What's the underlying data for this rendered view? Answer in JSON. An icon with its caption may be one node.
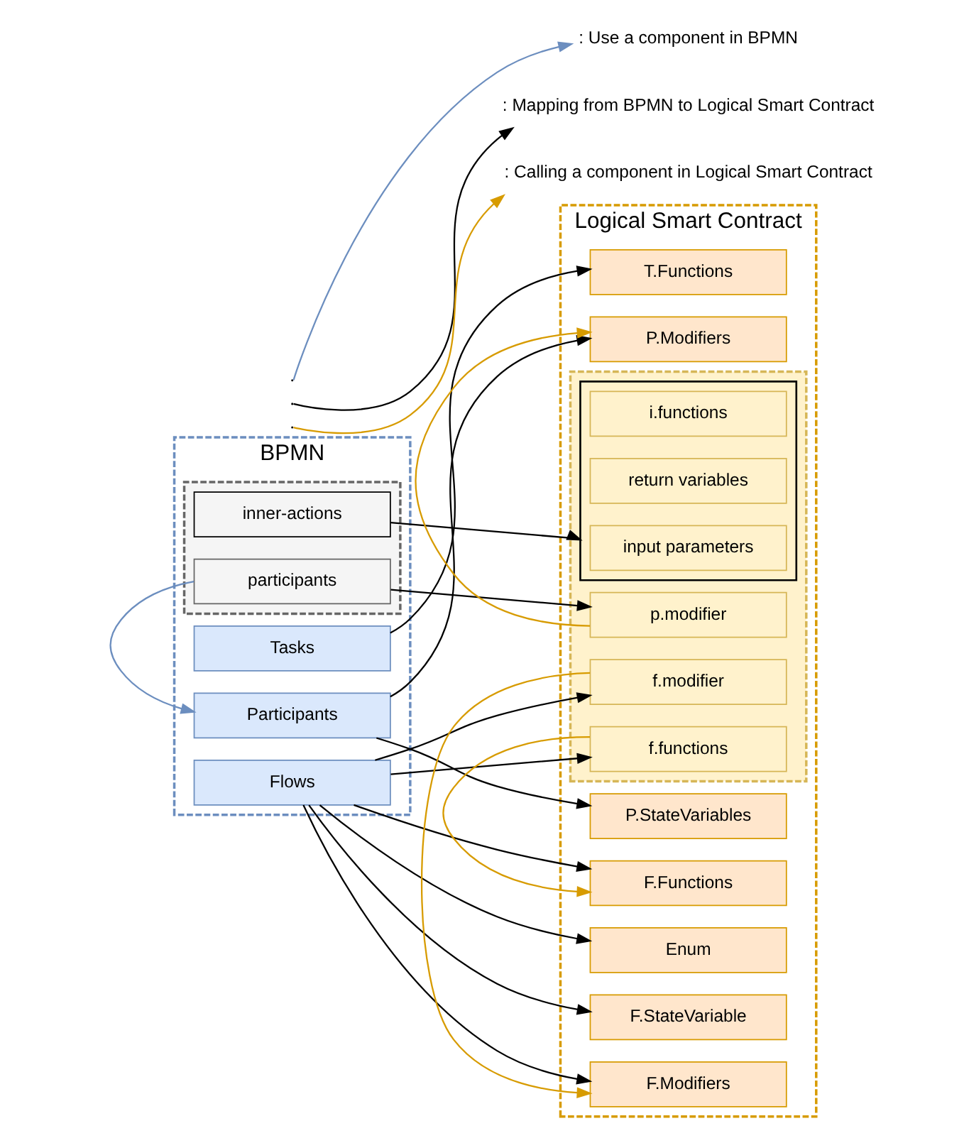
{
  "diagram": {
    "nodes": [
      {
        "text": [
          "BPMN"
        ]
      },
      {
        "text": [
          "Participants"
        ],
        "in": 0
      },
      {
        "text": [
          "Tasks"
        ],
        "in": 0
      },
      {
        "text": [],
        "shape": "box",
        "in": 0
      },
      {
        "text": [
          "participants"
        ],
        "in": 3
      },
      {
        "text": [
          "inner-actions"
        ],
        "in": 3
      },
      {
        "text": [
          "Flows"
        ],
        "in": 0
      },
      {
        "text": [
          "Logical Smart Contract"
        ]
      },
      {
        "text": [
          "P.StateVariables"
        ],
        "in": 7
      },
      {
        "text": [
          "P.Modifiers"
        ],
        "in": 7
      },
      {
        "text": [
          "T.Functions"
        ],
        "in": 7
      },
      {
        "text": [],
        "shape": "box",
        "in": 7
      },
      {
        "text": [
          "p.modifier"
        ],
        "in": 11
      },
      {
        "text": [
          "f.modifier"
        ],
        "in": 11
      },
      {
        "text": [],
        "shape": "box",
        "in": 11
      },
      {
        "text": [
          "input parameters"
        ],
        "in": 14
      },
      {
        "text": [
          "return variables"
        ],
        "in": 14
      },
      {
        "text": [
          "i.functions"
        ],
        "in": 14
      },
      {
        "text": [
          "f.functions"
        ],
        "in": 11
      },
      {
        "text": [
          "F.StateVariable"
        ],
        "in": 7
      },
      {
        "text": [
          "Enum"
        ],
        "in": 7
      },
      {
        "text": [
          "F.Modifiers"
        ],
        "in": 7
      },
      {
        "text": [
          "F.Functions"
        ],
        "in": 7
      }
    ],
    "edges": [
      {
        "from": 4,
        "to": 1,
        "arrow": "to",
        "color": "#6c8ebf"
      },
      {
        "from": 1,
        "to": 8,
        "arrow": "to"
      },
      {
        "from": 1,
        "to": 9,
        "arrow": "to"
      },
      {
        "from": 2,
        "to": 10,
        "arrow": "to"
      },
      {
        "from": 4,
        "to": 12,
        "arrow": "to"
      },
      {
        "from": 5,
        "to": 14,
        "arrow": "to"
      },
      {
        "from": 6,
        "to": 13,
        "arrow": "to"
      },
      {
        "from": 6,
        "to": 18,
        "arrow": "to"
      },
      {
        "from": 6,
        "to": 19,
        "arrow": "to"
      },
      {
        "from": 6,
        "to": 20,
        "arrow": "to"
      },
      {
        "from": 6,
        "to": 21,
        "arrow": "to"
      },
      {
        "from": 6,
        "to": 22,
        "arrow": "to"
      },
      {
        "from": 12,
        "to": 9,
        "arrow": "to",
        "color": "#d79b00"
      },
      {
        "from": 13,
        "to": 21,
        "arrow": "to",
        "color": "#d79b00"
      },
      {
        "from": 18,
        "to": 22,
        "arrow": "to",
        "color": "#d79b00"
      }
    ],
    "legend": [
      {
        "text": ": Use a component in BPMN"
      },
      {
        "text": ": Mapping from BPMN to Logical Smart Contract"
      },
      {
        "text": ": Calling a component in Logical Smart Contract"
      }
    ]
  }
}
